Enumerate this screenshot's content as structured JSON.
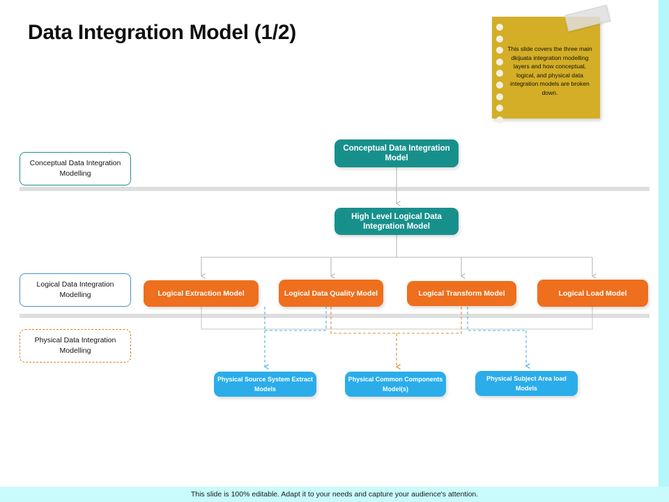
{
  "slide": {
    "title": "Data Integration Model (1/2)",
    "colors": {
      "teal": "#17908C",
      "orange": "#EE6F1E",
      "blue": "#2BADEA",
      "sticky_yellow": "#D3AE26",
      "footer_cyan": "#C9FBFD",
      "divider_gray": "#DEDEDE"
    }
  },
  "sticky_note": {
    "text": "This slide covers the three main dkijuata integration modelling layers and how conceptual, logical, and physical data integration models are broken down.",
    "tape": "tape-strip"
  },
  "categories": [
    {
      "id": "conceptual",
      "label": "Conceptual Data Integration Modelling"
    },
    {
      "id": "logical",
      "label": "Logical Data Integration Modelling"
    },
    {
      "id": "physical",
      "label": "Physical Data Integration Modelling"
    }
  ],
  "flow": {
    "conceptual_level": [
      {
        "id": "conceptual-model",
        "label": "Conceptual Data Integration Model"
      }
    ],
    "high_level": [
      {
        "id": "high-level-logical",
        "label": "High Level Logical Data Integration Model"
      }
    ],
    "logical_level": [
      {
        "id": "logical-extraction",
        "label": "Logical Extraction Model"
      },
      {
        "id": "logical-data-quality",
        "label": "Logical Data Quality Model"
      },
      {
        "id": "logical-transform",
        "label": "Logical Transform Model"
      },
      {
        "id": "logical-load",
        "label": "Logical Load Model"
      }
    ],
    "physical_level": [
      {
        "id": "physical-source-extract",
        "label": "Physical Source System Extract Models"
      },
      {
        "id": "physical-common-components",
        "label": "Physical Common Components Model(s)"
      },
      {
        "id": "physical-subject-area-load",
        "label": "Physical Subject Area load Models"
      }
    ]
  },
  "footer": {
    "text": "This slide is 100% editable. Adapt it to your needs and capture your audience's attention."
  }
}
